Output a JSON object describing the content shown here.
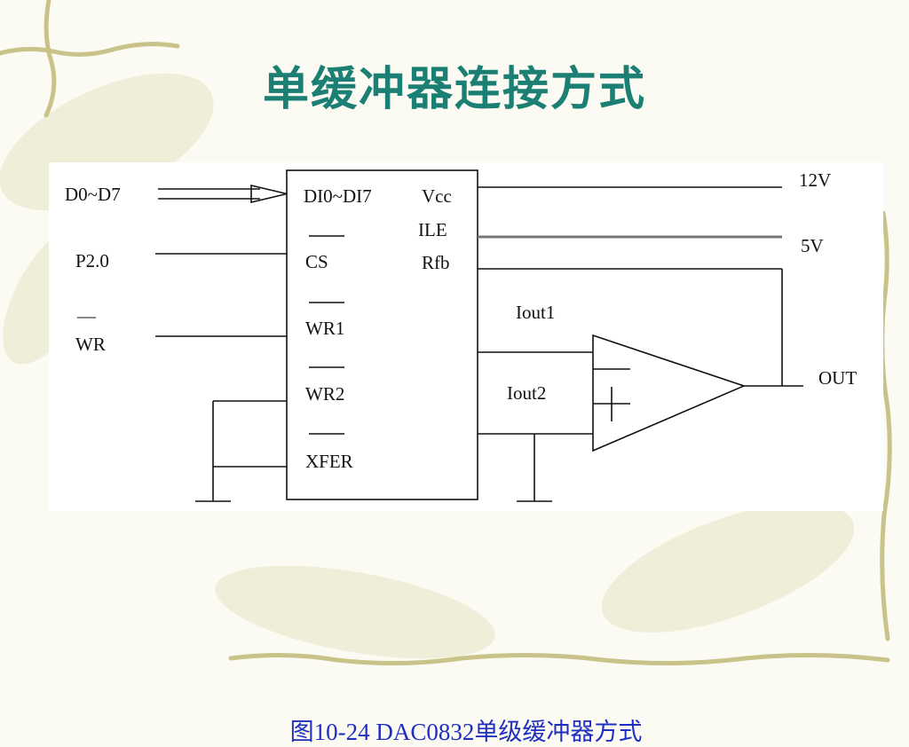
{
  "title": "单缓冲器连接方式",
  "caption": "图10-24  DAC0832单级缓冲器方式",
  "colors": {
    "title": "#1b7f73",
    "caption": "#1f2fc0",
    "line": "#111111"
  },
  "diagram": {
    "inputs": {
      "data_bus": "D0~D7",
      "port": "P2.0",
      "write": "WR",
      "write_bar": "—"
    },
    "chip_pins_left": {
      "data": "DI0~DI7",
      "cs": "CS",
      "wr1": "WR1",
      "wr2": "WR2",
      "xfer": "XFER"
    },
    "chip_pins_right": {
      "vcc": "Vcc",
      "ile": "ILE",
      "rfb": "Rfb"
    },
    "supplies": {
      "v12": "12V",
      "v5": "5V"
    },
    "currents": {
      "iout1": "Iout1",
      "iout2": "Iout2"
    },
    "output": "OUT",
    "opamp_signs": {
      "minus": "—",
      "plus": "+"
    }
  }
}
